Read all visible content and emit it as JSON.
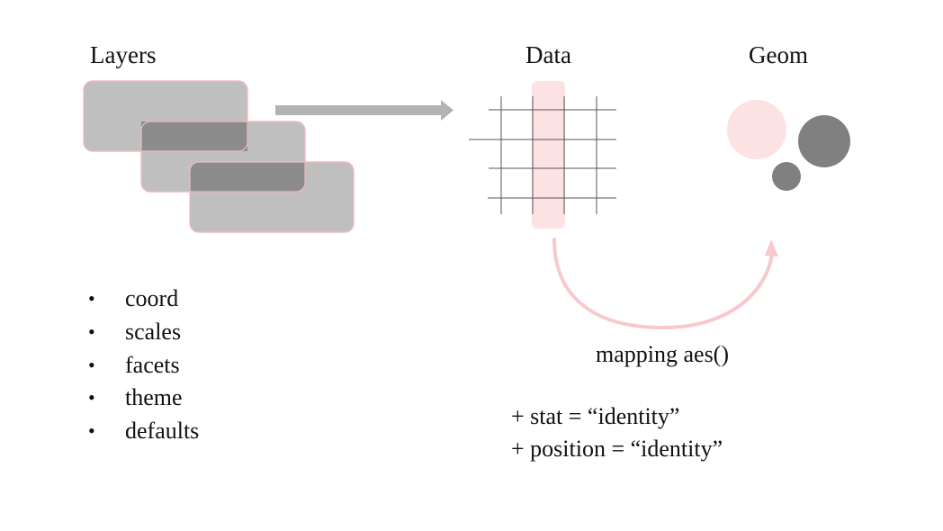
{
  "titles": {
    "layers": "Layers",
    "data": "Data",
    "geom": "Geom"
  },
  "bullets": [
    {
      "symbol": "•",
      "text": "coord"
    },
    {
      "symbol": "•",
      "text": "scales"
    },
    {
      "symbol": "•",
      "text": "facets"
    },
    {
      "symbol": "•",
      "text": "theme"
    },
    {
      "symbol": "•",
      "text": "defaults"
    }
  ],
  "mapping_label": "mapping aes()",
  "formulas": [
    "+ stat = “identity”",
    "+ position = “identity”"
  ],
  "colors": {
    "layer_fill": "#bfbfbf",
    "layer_overlap": "#8c8c8c",
    "layer_border": "#f4b8bd",
    "arrow_gray": "#b3b3b3",
    "highlight_pink": "#fde2e4",
    "arc_pink": "#f9c8cc",
    "circle_gray": "#808080",
    "grid_line": "#555555"
  }
}
